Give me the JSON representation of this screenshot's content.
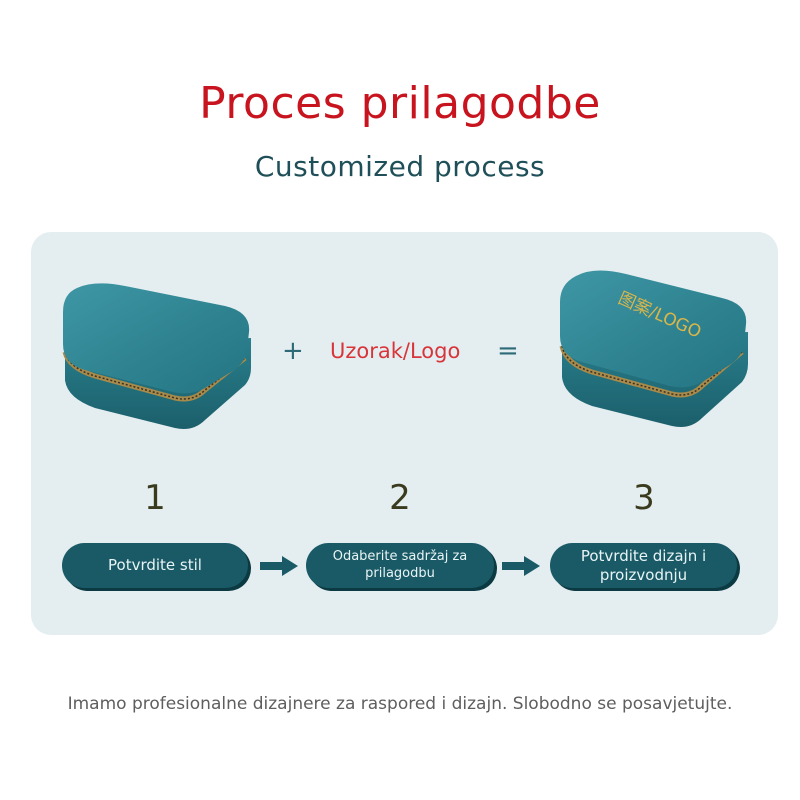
{
  "header": {
    "title": "Proces prilagodbe",
    "subtitle": "Customized process"
  },
  "diagram": {
    "plus_symbol": "+",
    "middle_label": "Uzorak/Logo",
    "equals_symbol": "=",
    "product_logo_text": "图案/LOGO",
    "steps": [
      {
        "number": "1",
        "label": "Potvrdite stil"
      },
      {
        "number": "2",
        "label": "Odaberite sadržaj za prilagodbu"
      },
      {
        "number": "3",
        "label": "Potvrdite dizajn i proizvodnju"
      }
    ]
  },
  "footer": {
    "text": "Imamo profesionalne dizajnere za raspored i dizajn. Slobodno se posavjetujte."
  },
  "colors": {
    "title": "#c8141e",
    "subtitle": "#1f4f58",
    "panel_bg": "#e4eef0",
    "pill_bg": "#1a5a66",
    "box_teal": "#2b7f8e",
    "logo_gold": "#d9b64a"
  }
}
